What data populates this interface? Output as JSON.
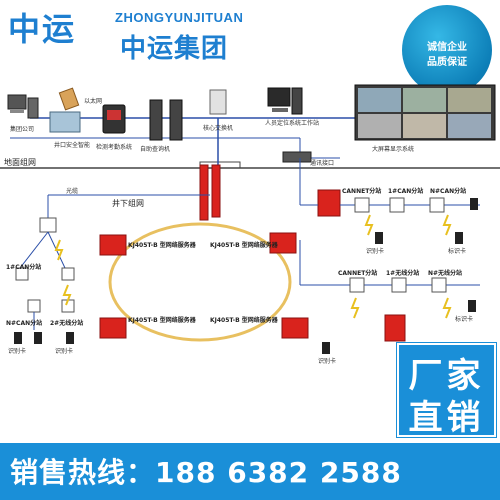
{
  "header": {
    "logo_glyph": "中运",
    "brand_en": "ZHONGYUNJITUAN",
    "brand_cn": "中运集团",
    "seal_line1": "诚信企业",
    "seal_line2": "品质保证"
  },
  "diagram": {
    "surface_label": "地面组网",
    "underground_label": "井下组网",
    "top_nodes": [
      {
        "label": "集团公司"
      },
      {
        "label": "井口安全智能"
      },
      {
        "label": "检测考勤系统"
      },
      {
        "label": "自助查询机"
      },
      {
        "label": "核心交换机"
      },
      {
        "label": "人员定位系统工作站"
      },
      {
        "label": "大屏幕显示系统"
      }
    ],
    "net_labels": [
      "以太网",
      "光缆",
      "通讯接口"
    ],
    "stations": [
      {
        "label": "KJ405T-B 型网络服务器"
      },
      {
        "label": "KJ405T-B 型网络服务器"
      },
      {
        "label": "KJ405T-B 型网络服务器"
      },
      {
        "label": "KJ405T-B 型网络服务器"
      }
    ],
    "can_labels": [
      "CANNET分站",
      "1#CAN分站",
      "N#CAN分站",
      "CANNET分站",
      "1#无线分站",
      "N#无线分站",
      "1#CAN分站",
      "N#CAN分站",
      "2#无线分站"
    ],
    "cards": [
      "识别卡",
      "识别卡",
      "识别卡",
      "识别卡"
    ],
    "tags": [
      "标识卡",
      "标识卡"
    ]
  },
  "badge": {
    "line1": "厂家",
    "line2": "直销"
  },
  "footer": {
    "hotline_label": "销售热线：",
    "hotline_number": "188 6382 2588"
  },
  "colors": {
    "brand_blue": "#1e7fd0",
    "footer_blue": "#1a8fd8",
    "equipment_red": "#d9231d",
    "network_blue": "#2b4fa8"
  }
}
